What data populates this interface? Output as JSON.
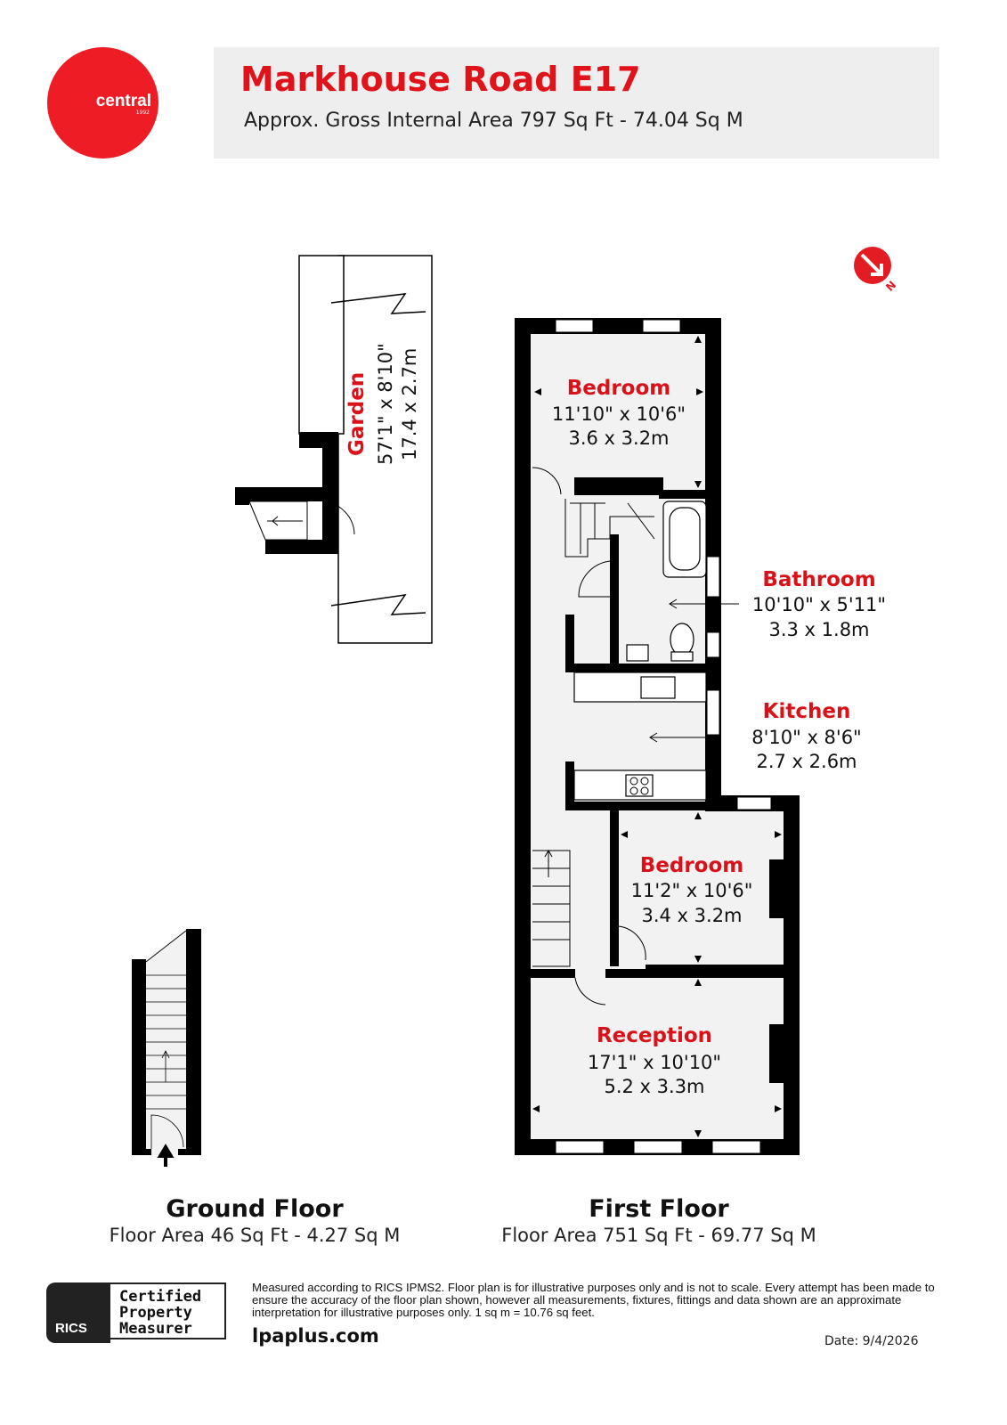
{
  "header": {
    "title": "Markhouse Road E17",
    "subtitle": "Approx. Gross Internal Area 797 Sq Ft - 74.04 Sq M"
  },
  "logo": {
    "word": "central",
    "year": "1992",
    "color": "#ee1c25"
  },
  "compass": {
    "label": "N",
    "icon": "north-arrow-icon"
  },
  "rooms": [
    {
      "name": "Bedroom",
      "imperial": "11'10\" x 10'6\"",
      "metric": "3.6 x 3.2m"
    },
    {
      "name": "Bathroom",
      "imperial": "10'10\" x 5'11\"",
      "metric": "3.3 x 1.8m"
    },
    {
      "name": "Kitchen",
      "imperial": "8'10\" x 8'6\"",
      "metric": "2.7 x 2.6m"
    },
    {
      "name": "Bedroom",
      "imperial": "11'2\" x 10'6\"",
      "metric": "3.4 x 3.2m"
    },
    {
      "name": "Reception",
      "imperial": "17'1\" x 10'10\"",
      "metric": "5.2 x 3.3m"
    },
    {
      "name": "Garden",
      "imperial": "57'1\" x 8'10\"",
      "metric": "17.4 x 2.7m"
    }
  ],
  "floors": [
    {
      "name": "Ground Floor",
      "area": "Floor Area 46 Sq Ft - 4.27 Sq M"
    },
    {
      "name": "First Floor",
      "area": "Floor Area 751 Sq Ft - 69.77 Sq M"
    }
  ],
  "footer": {
    "rics": "RICS",
    "certified": [
      "Certified",
      "Property",
      "Measurer"
    ],
    "disclaimer": "Measured according to RICS IPMS2. Floor plan is for illustrative purposes only and is not to scale. Every attempt has been made to ensure the accuracy of the floor plan shown, however all measurements, fixtures, fittings and data shown are an approximate interpretation for illustrative purposes only. 1 sq m = 10.76 sq feet.",
    "site": "lpaplus.com",
    "date": "Date: 9/4/2026"
  },
  "colors": {
    "accent": "#e0131b",
    "wall": "#000000",
    "floor": "#f2f2f2"
  }
}
